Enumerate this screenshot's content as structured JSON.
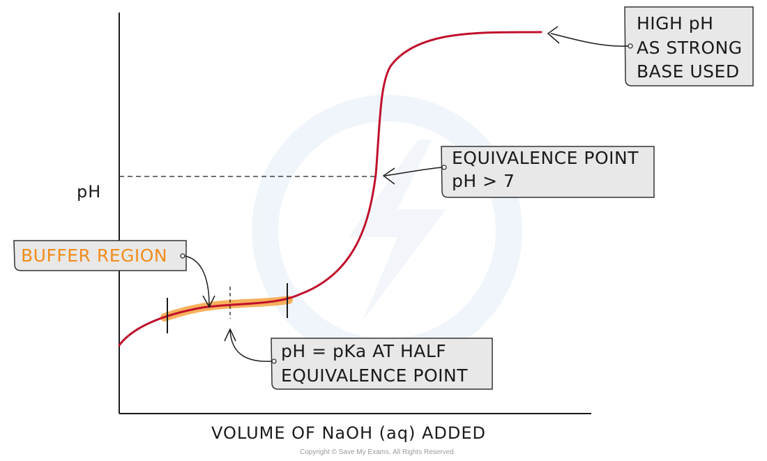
{
  "axes": {
    "y_label": "pH",
    "x_label": "VOLUME  OF  NaOH (aq)  ADDED"
  },
  "annotations": {
    "high_ph": [
      "HIGH  pH",
      "AS STRONG",
      "BASE  USED"
    ],
    "equivalence": [
      "EQUIVALENCE  POINT",
      "pH > 7"
    ],
    "buffer": [
      "BUFFER  REGION"
    ],
    "half_equivalence": [
      "pH = pKa  AT  HALF",
      "EQUIVALENCE   POINT"
    ]
  },
  "copyright": "Copyright © Save My Exams. All Rights Reserved",
  "colors": {
    "curve": "#c0102c",
    "buffer_highlight": "#f6a94a",
    "buffer_text": "#f28c1c",
    "box_fill": "#e8e8e8",
    "box_stroke": "#333333",
    "watermark": "#e3edf6"
  }
}
